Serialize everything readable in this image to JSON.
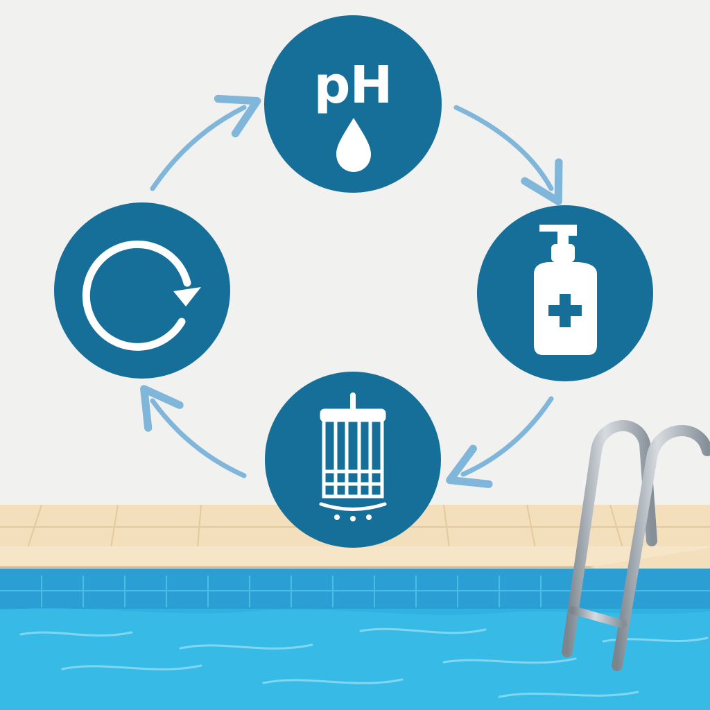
{
  "theme": {
    "wall": "#f1f1f0",
    "circle": "#166f99",
    "arrow": "#7fb6da",
    "icon": "#ffffff",
    "deck": "#f2ddb9",
    "water": "#2fb3e0",
    "ladder": "#9aa3ab"
  },
  "cycle": {
    "steps": [
      {
        "id": "ph",
        "icon": "ph-drop-icon",
        "text": "pH"
      },
      {
        "id": "sanitize",
        "icon": "sanitizer-bottle-icon"
      },
      {
        "id": "filter",
        "icon": "filter-cartridge-icon"
      },
      {
        "id": "circulate",
        "icon": "circulation-arrow-icon"
      }
    ],
    "direction": "clockwise"
  }
}
